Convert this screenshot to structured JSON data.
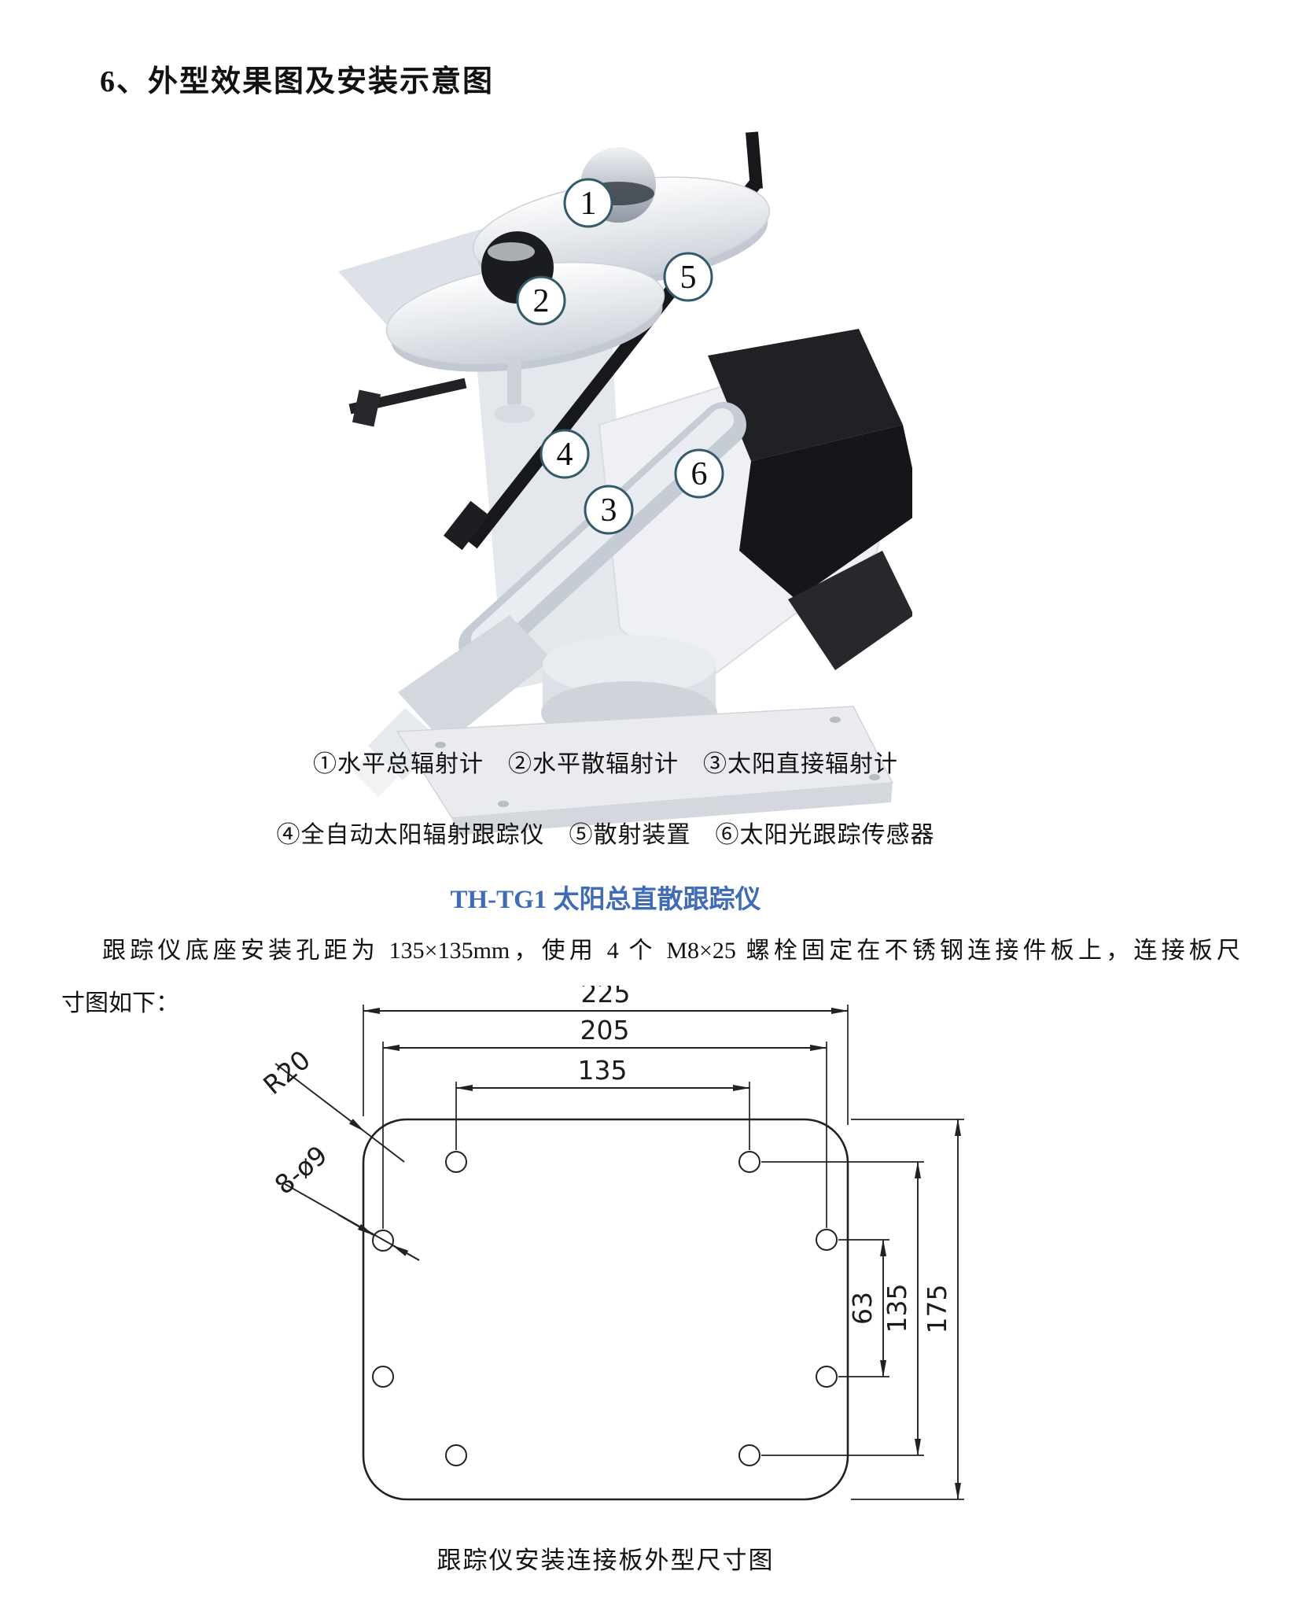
{
  "page": {
    "heading": "6、外型效果图及安装示意图",
    "figure_caption_line1": "①水平总辐射计　②水平散辐射计　③太阳直接辐射计",
    "figure_caption_line2": "④全自动太阳辐射跟踪仪　⑤散射装置　⑥太阳光跟踪传感器",
    "product_title": "TH-TG1 太阳总直散跟踪仪",
    "body_line1": "跟踪仪底座安装孔距为 135×135mm，使用 4 个 M8×25 螺栓固定在不锈钢连接件板上，连接板尺",
    "body_line2": "寸图如下："
  },
  "render": {
    "callout_numbers": [
      "1",
      "2",
      "3",
      "4",
      "5",
      "6"
    ]
  },
  "drawing": {
    "caption": "跟踪仪安装连接板外型尺寸图",
    "dim_width_top": "225",
    "dim_hole_span_horizontal": "205",
    "dim_hole_pitch_horizontal": "135",
    "dim_hole_pitch_vertical": "63",
    "dim_hole_span_vertical": "135",
    "dim_height_right": "175",
    "corner_radius_label": "R20",
    "holes_label": "8-ø9"
  },
  "colors": {
    "accent_blue": "#3f6cb5",
    "callout_stroke": "#33596b",
    "line_color": "#222222"
  }
}
